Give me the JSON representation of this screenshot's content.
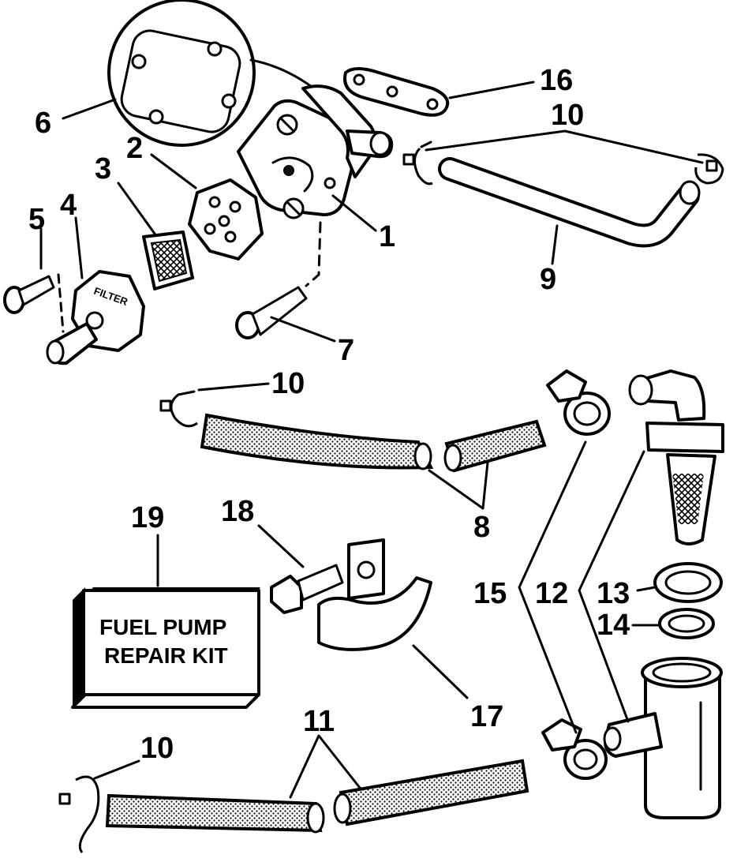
{
  "callouts": {
    "c1": "1",
    "c2": "2",
    "c3": "3",
    "c4": "4",
    "c5": "5",
    "c6": "6",
    "c7": "7",
    "c8": "8",
    "c9": "9",
    "c10a": "10",
    "c10b": "10",
    "c10c": "10",
    "c11": "11",
    "c12": "12",
    "c13": "13",
    "c14": "14",
    "c15": "15",
    "c16": "16",
    "c17": "17",
    "c18": "18",
    "c19": "19"
  },
  "kit_box": {
    "line1": "FUEL PUMP",
    "line2": "REPAIR KIT"
  },
  "filter_label": "FILTER"
}
